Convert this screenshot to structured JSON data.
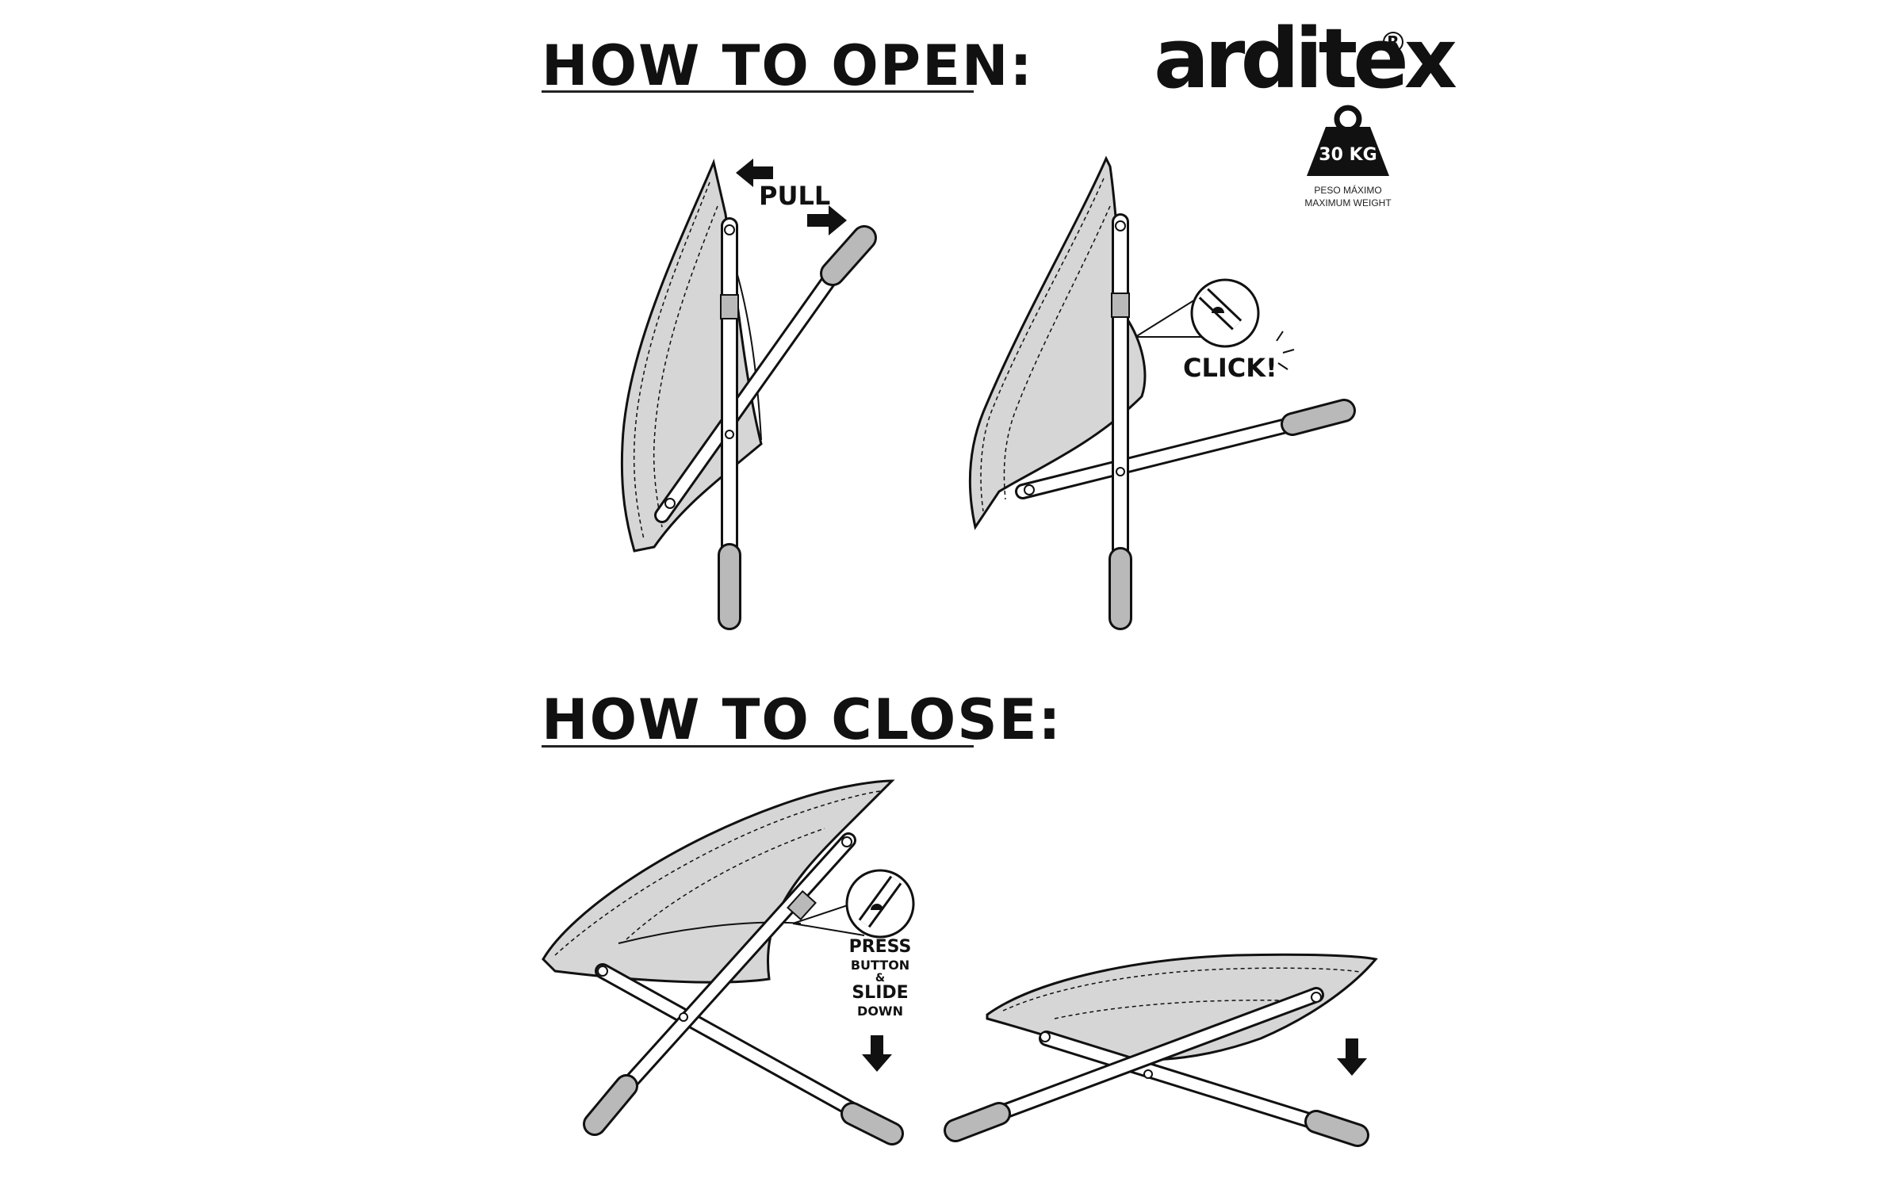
{
  "brand": {
    "name": "arditex",
    "registered": "R"
  },
  "weight_badge": {
    "value": "30 KG",
    "caption_es": "PESO MÁXIMO",
    "caption_en": "MAXIMUM WEIGHT"
  },
  "open_section": {
    "title": "HOW TO OPEN:",
    "pull": "PULL",
    "click": "CLICK!"
  },
  "close_section": {
    "title": "HOW TO CLOSE:",
    "press": "PRESS",
    "button": "BUTTON",
    "and": "&",
    "slide": "SLIDE",
    "down": "DOWN"
  },
  "colors": {
    "ink": "#111111",
    "fabric": "#d6d6d6",
    "frame": "#ffffff",
    "cap": "#b9b9b9"
  }
}
